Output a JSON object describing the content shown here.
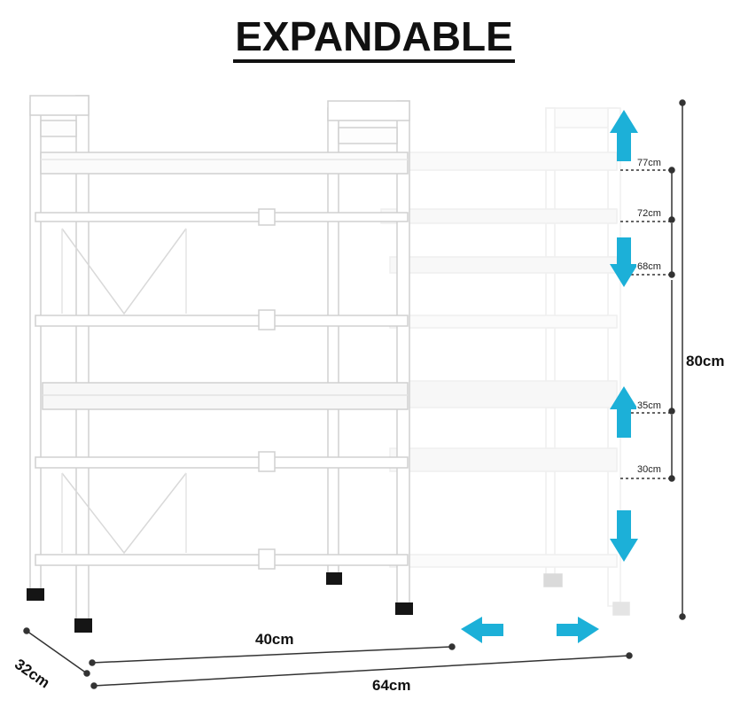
{
  "title": "EXPANDABLE",
  "colors": {
    "accent": "#1cb0d8",
    "frame": "#ffffff",
    "outline": "#d6d6d6",
    "dimension": "#333333"
  },
  "icons": [
    "arrow-up-icon",
    "arrow-down-icon",
    "arrow-left-icon",
    "arrow-right-icon"
  ],
  "dimensions": {
    "height_total": "80cm",
    "width_min": "40cm",
    "width_max": "64cm",
    "depth": "32cm",
    "shelf_heights": [
      "77cm",
      "72cm",
      "68cm",
      "35cm",
      "30cm"
    ]
  }
}
